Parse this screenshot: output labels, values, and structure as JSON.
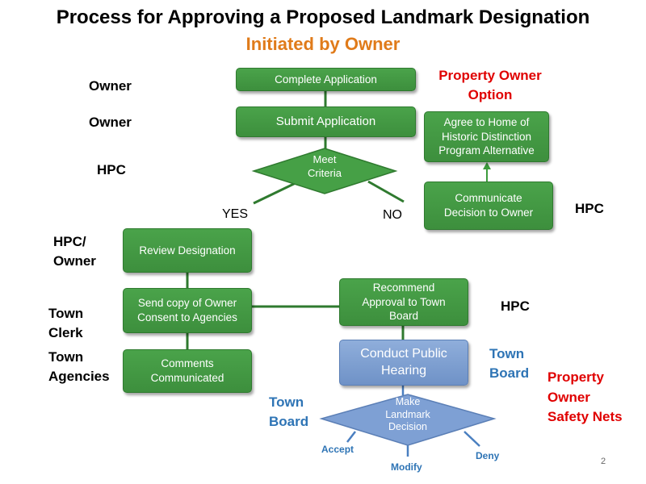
{
  "title": "Process for Approving a Proposed Landmark Designation",
  "subtitle": "Initiated by Owner",
  "steps": {
    "complete_application": "Complete Application",
    "submit_application": "Submit Application",
    "meet_criteria_line1": "Meet",
    "meet_criteria_line2": "Criteria",
    "review_designation": "Review Designation",
    "send_copy_line1": "Send copy of Owner",
    "send_copy_line2": "Consent to Agencies",
    "comments_line1": "Comments",
    "comments_line2": "Communicated",
    "recommend_line1": "Recommend",
    "recommend_line2": "Approval to Town",
    "recommend_line3": "Board",
    "hearing_line1": "Conduct Public",
    "hearing_line2": "Hearing",
    "decision_line1": "Make",
    "decision_line2": "Landmark",
    "decision_line3": "Decision",
    "agree_line1": "Agree to  Home of",
    "agree_line2": "Historic Distinction",
    "agree_line3": "Program Alternative",
    "communicate_line1": "Communicate",
    "communicate_line2": "Decision to Owner"
  },
  "branches": {
    "yes": "YES",
    "no": "NO"
  },
  "outcomes": {
    "accept": "Accept",
    "modify": "Modify",
    "deny": "Deny"
  },
  "roles": {
    "owner_1": "Owner",
    "owner_2": "Owner",
    "hpc_1": "HPC",
    "hpc_owner_line1": "HPC/",
    "hpc_owner_line2": "Owner",
    "town_clerk_line1": "Town",
    "town_clerk_line2": "Clerk",
    "town_agencies_line1": "Town",
    "town_agencies_line2": "Agencies",
    "town_board_left_line1": "Town",
    "town_board_left_line2": "Board",
    "hpc_2": "HPC",
    "town_board_right_line1": "Town",
    "town_board_right_line2": "Board",
    "hpc_3": "HPC"
  },
  "notes": {
    "option_line1": "Property Owner",
    "option_line2": "Option",
    "safety_line1": "Property",
    "safety_line2": "Owner",
    "safety_line3": "Safety Nets"
  },
  "page_number": "2",
  "colors": {
    "box_green": "#4aa34a",
    "box_blue": "#8faedb",
    "title_orange": "#e07b1a",
    "role_blue": "#2e74b5",
    "note_red": "#e00000"
  }
}
